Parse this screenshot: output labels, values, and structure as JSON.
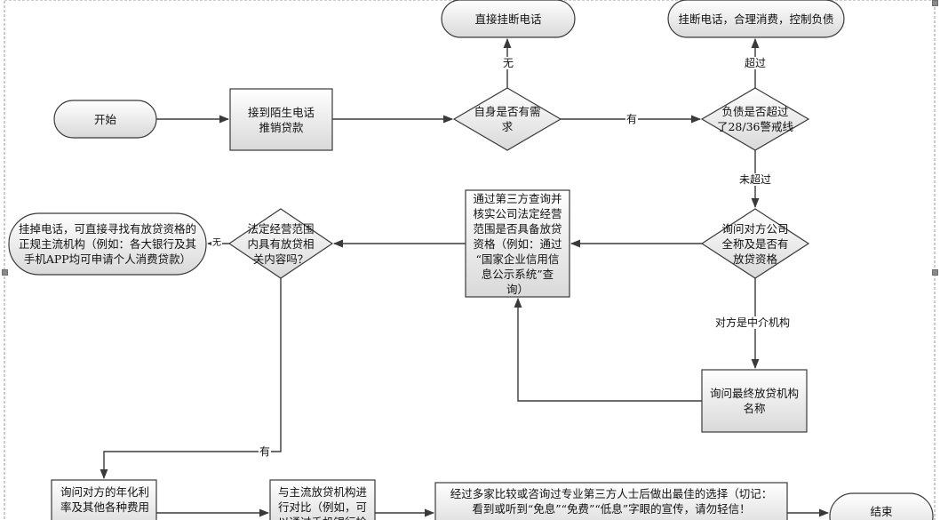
{
  "nodes": {
    "start": "开始",
    "receive_call": "接到陌生电话\n推销贷款",
    "need_decision": "自身是否有需\n求",
    "hang_up_direct": "直接挂断电话",
    "debt_decision": "负债是否超过\n了28/36警戒线",
    "hang_up_consume": "挂断电话，合理消费，控制负债",
    "ask_company": "询问对方公司\n全称及是否有\n放贷资格",
    "third_party_verify": "通过第三方查询并\n核实公司法定经营\n范围是否具备放贷\n资格（例如：通过\n“国家企业信用信\n息公示系统”查\n询）",
    "legal_scope_decision": "法定经营范围\n内具有放贷相\n关内容吗？",
    "hang_up_mainstream": "挂掉电话，可直接寻找有放贷资格的\n正规主流机构（例如：各大银行及其\n手机APP均可申请个人消费贷款）",
    "ask_final_lender": "询问最终放贷机构\n名称",
    "ask_rate": "询问对方的年化利\n率及其他各种费用",
    "compare_mainstream": "与主流放贷机构进\n行对比（例如，可\n以通过手机银行检",
    "compare_multiple": "经过多家比较或咨询过专业第三方人士后做出最佳的选择（切记：\n看到或听到“免息”“免费”“低息”字眼的宣传，请勿轻信！",
    "end": "结束"
  },
  "edge_labels": {
    "need_none": "无",
    "need_yes": "有",
    "debt_exceed": "超过",
    "debt_not_exceed": "未超过",
    "is_intermediary": "对方是中介机构",
    "scope_none": "无",
    "scope_yes": "有"
  },
  "colors": {
    "stroke": "#3a3a3a",
    "fill_top": "#ffffff",
    "fill_bottom": "#dcdcdc",
    "text": "#111111"
  }
}
